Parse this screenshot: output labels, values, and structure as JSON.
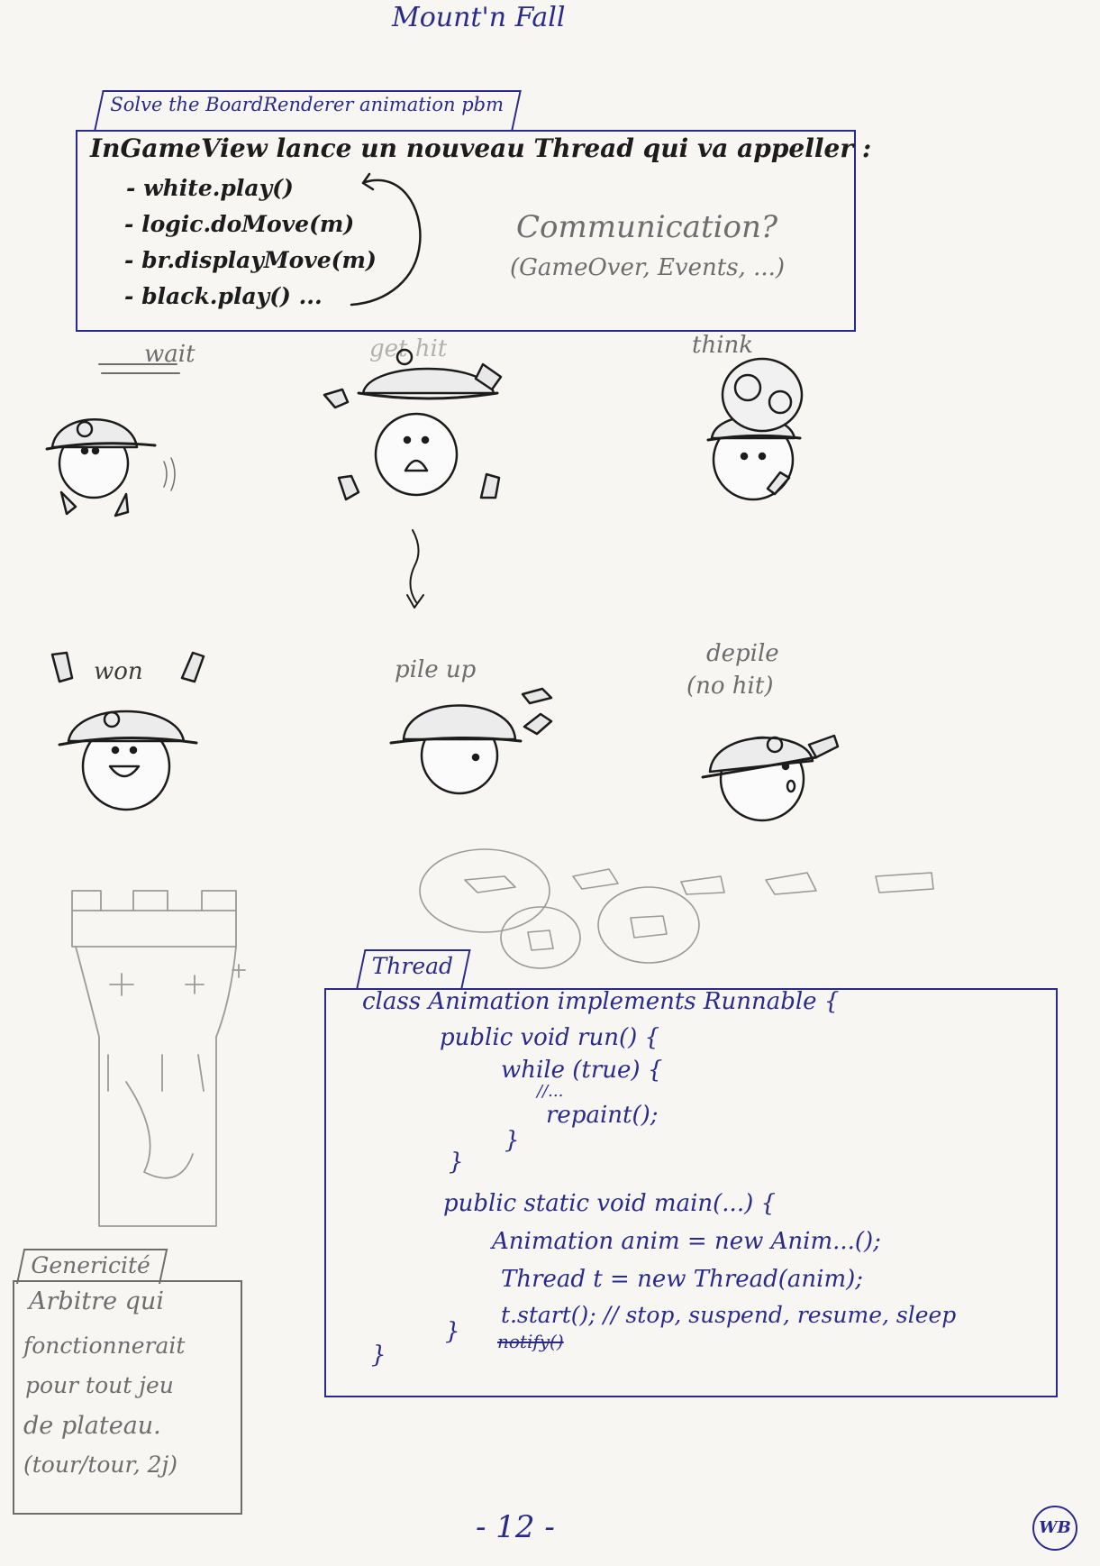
{
  "colors": {
    "ink": "#2a2a8c",
    "pencil": "#6d6d6d",
    "paper": "#f7f6f3",
    "dark": "#1c1c1c"
  },
  "title": "Mount'n Fall",
  "animation_box": {
    "tab_label": "Solve the BoardRenderer animation pbm",
    "heading": "InGameView lance un nouveau Thread qui va appeller :",
    "calls": [
      "- white.play()",
      "- logic.doMove(m)",
      "- br.displayMove(m)",
      "- black.play() ..."
    ],
    "communication_question": "Communication?",
    "communication_detail": "(GameOver, Events, ...)"
  },
  "characters": {
    "wait": "wait",
    "get_hit": "get hit",
    "think": "think",
    "won": "won",
    "pile_up": "pile up",
    "depile": "depile",
    "no_hit": "(no hit)"
  },
  "thread_box": {
    "tab_label": "Thread",
    "lines": [
      "class Animation implements Runnable {",
      "public void run() {",
      "while (true) {",
      "//...",
      "repaint();",
      "}",
      "}",
      "public static void main(...) {",
      "Animation anim = new Anim...();",
      "Thread t = new Thread(anim);",
      "t.start(); // stop, suspend, resume, sleep",
      "notify()",
      "}",
      "}"
    ]
  },
  "genericity_box": {
    "tab_label": "Genericité",
    "lines": [
      "Arbitre qui",
      "fonctionnerait",
      "pour tout jeu",
      "de plateau.",
      "(tour/tour, 2j)"
    ]
  },
  "icons": [
    "helmet-character",
    "peace-symbol-icon",
    "gear-icon",
    "glove-icon",
    "castle-tower-icon",
    "arrow-icon"
  ],
  "page_number": "- 12 -",
  "signature": "WB"
}
